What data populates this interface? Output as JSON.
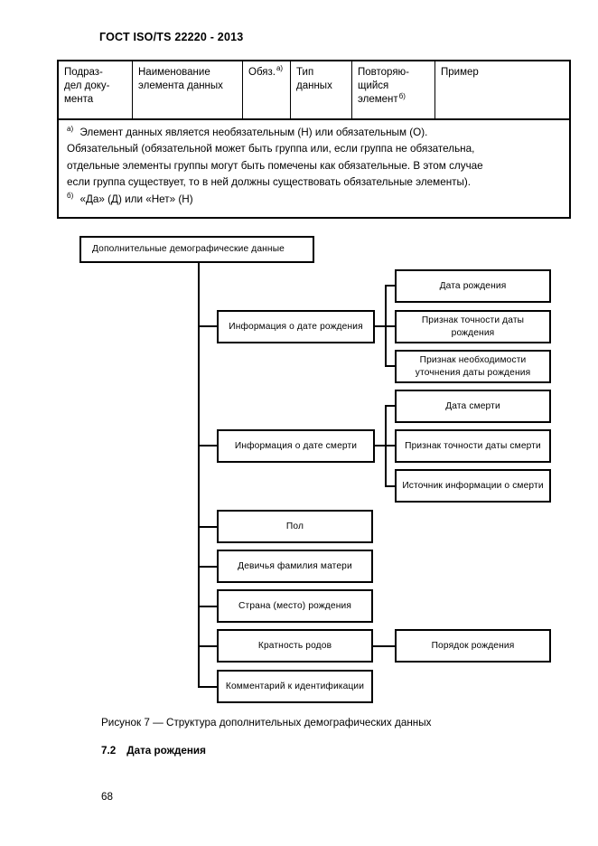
{
  "header": {
    "standard_title": "ГОСТ ISO/TS 22220 - 2013"
  },
  "table": {
    "columns": [
      {
        "label": "Подраз-\nдел доку-\nмента",
        "ref": ""
      },
      {
        "label": "Наименование\nэлемента данных",
        "ref": ""
      },
      {
        "label": "Обяз.",
        "ref": "а)"
      },
      {
        "label": "Тип\nданных",
        "ref": ""
      },
      {
        "label": "Повторяю-\nщийся\nэлемент",
        "ref": "б)"
      },
      {
        "label": "Пример",
        "ref": ""
      }
    ],
    "notes": [
      {
        "marker": "а)",
        "lines": [
          "Элемент данных является необязательным (Н) или обязательным (О).",
          "Обязательный (обязательной может быть группа или, если группа не обязательна,",
          "отдельные элементы группы могут быть помечены как обязательные.  В этом случае",
          "если группа существует, то в ней должны существовать обязательные элементы)."
        ]
      },
      {
        "marker": "б)",
        "lines": [
          "«Да» (Д) или «Нет» (Н)"
        ]
      }
    ]
  },
  "diagram": {
    "root": "Дополнительные демографические данные",
    "branches": [
      {
        "label": "Информация о дате рождения",
        "children": [
          "Дата рождения",
          "Признак точности даты рождения",
          "Признак необходимости уточнения даты рождения"
        ]
      },
      {
        "label": "Информация о дате смерти",
        "children": [
          "Дата смерти",
          "Признак точности даты смерти",
          "Источник информации о смерти"
        ]
      },
      {
        "label": "Пол",
        "children": []
      },
      {
        "label": "Девичья фамилия матери",
        "children": []
      },
      {
        "label": "Страна (место) рождения",
        "children": []
      },
      {
        "label": "Кратность родов",
        "children": [
          "Порядок рождения"
        ]
      },
      {
        "label": "Комментарий к идентификации",
        "children": []
      }
    ]
  },
  "caption": {
    "text": "Рисунок 7 — Структура дополнительных демографических данных"
  },
  "section": {
    "number": "7.2",
    "title": "Дата рождения"
  },
  "footer": {
    "page_number": "68"
  }
}
